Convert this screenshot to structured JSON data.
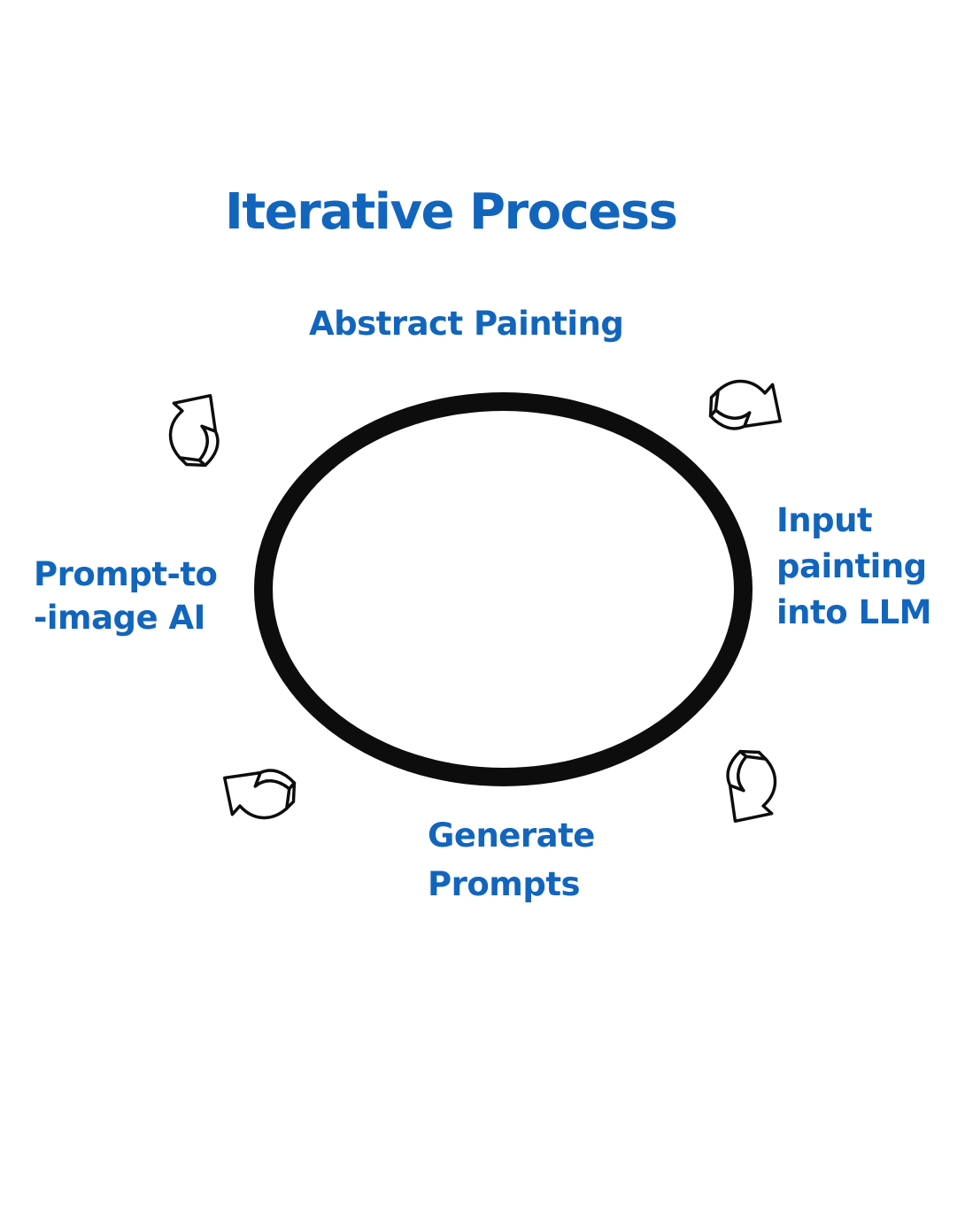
{
  "title": "Iterative Process",
  "colors": {
    "text_blue": "#1265bc",
    "ink": "#0d0d0d",
    "background": "#ffffff"
  },
  "cycle": {
    "shape": "ellipse",
    "nodes": {
      "top": {
        "label": "Abstract Painting"
      },
      "right": {
        "label": "Input\npainting\ninto LLM"
      },
      "bottom": {
        "label": "Generate\nPrompts"
      },
      "left": {
        "label": "Prompt-to\n-image AI"
      }
    },
    "arrows": [
      {
        "name": "arrow-left-to-top",
        "icon": "doodle-arrow-icon",
        "direction": "up-right"
      },
      {
        "name": "arrow-top-to-right",
        "icon": "doodle-arrow-icon",
        "direction": "down-right"
      },
      {
        "name": "arrow-right-to-bottom",
        "icon": "doodle-arrow-icon",
        "direction": "down-left"
      },
      {
        "name": "arrow-bottom-to-left",
        "icon": "doodle-arrow-icon",
        "direction": "up-left"
      }
    ]
  }
}
